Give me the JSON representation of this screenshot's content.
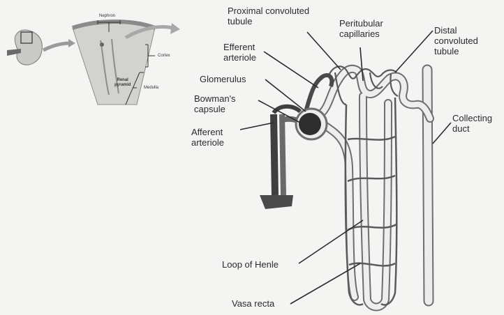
{
  "inset": {
    "nephron": "Nephron",
    "cortex": "Cortex",
    "renal_pyramid": "Renal\npyramid",
    "medulla": "Medulla"
  },
  "labels": {
    "proximal_convoluted_tubule": "Proximal convoluted\ntubule",
    "peritubular_capillaries": "Peritubular\ncapillaries",
    "distal_convoluted_tubule": "Distal\nconvoluted\ntubule",
    "efferent_arteriole": "Efferent\narteriole",
    "glomerulus": "Glomerulus",
    "bowmans_capsule": "Bowman's\ncapsule",
    "afferent_arteriole": "Afferent\narteriole",
    "collecting_duct": "Collecting\nduct",
    "loop_of_henle": "Loop of Henle",
    "vasa_recta": "Vasa recta"
  }
}
